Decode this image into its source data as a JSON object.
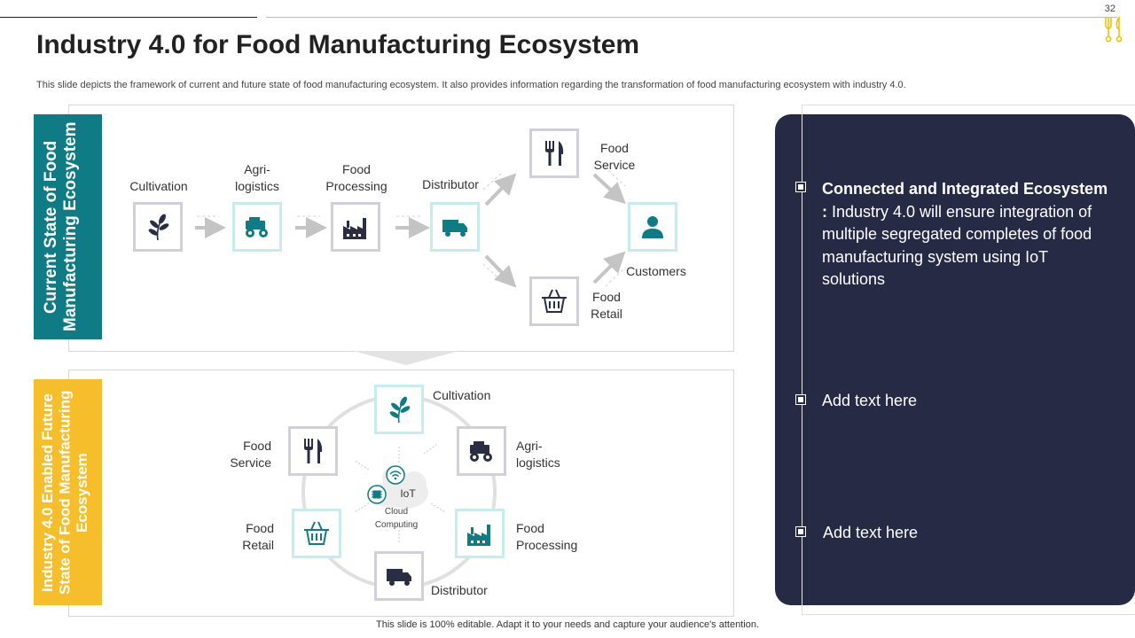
{
  "page_number": "32",
  "title": "Industry 4.0 for Food Manufacturing Ecosystem",
  "subtitle": "This slide depicts the framework of current and future state of food manufacturing  ecosystem. It also provides information regarding the transformation of food manufacturing ecosystem with industry 4.0.",
  "footer": "This slide is 100% editable. Adapt it to your needs and capture your audience's attention.",
  "colors": {
    "teal": "#0f7b84",
    "gold": "#f7be2c",
    "navy": "#262a45",
    "dark_icon": "#2b2d45"
  },
  "current": {
    "band_label": "Current State of Food Manufacturing  Ecosystem",
    "cultivation": "Cultivation",
    "agri_1": "Agri-",
    "agri_2": "logistics",
    "food_proc_1": "Food",
    "food_proc_2": "Processing",
    "distributor": "Distributor",
    "food_service_1": "Food",
    "food_service_2": "Service",
    "customers": "Customers",
    "food_retail_1": "Food",
    "food_retail_2": "Retail"
  },
  "future": {
    "band_label": "Industry 4.0 Enabled Future State of Food Manufacturing Ecosystem",
    "cultivation": "Cultivation",
    "agri_1": "Agri-",
    "agri_2": "logistics",
    "food_proc_1": "Food",
    "food_proc_2": "Processing",
    "distributor": "Distributor",
    "food_retail_1": "Food",
    "food_retail_2": "Retail",
    "food_service_1": "Food",
    "food_service_2": "Service",
    "iot": "IoT",
    "cloud_1": "Cloud",
    "cloud_2": "Computing"
  },
  "right_panel": {
    "point1_bold": "Connected and Integrated Ecosystem :",
    "point1_text": " Industry 4.0 will ensure integration of multiple segregated completes of food manufacturing system using IoT solutions",
    "point2": "Add text here",
    "point3": "Add text here"
  },
  "icons": [
    "plant-icon",
    "tractor-icon",
    "factory-icon",
    "truck-icon",
    "fork-knife-icon",
    "basket-icon",
    "user-icon",
    "wifi-icon",
    "chip-icon",
    "cloud-icon"
  ]
}
